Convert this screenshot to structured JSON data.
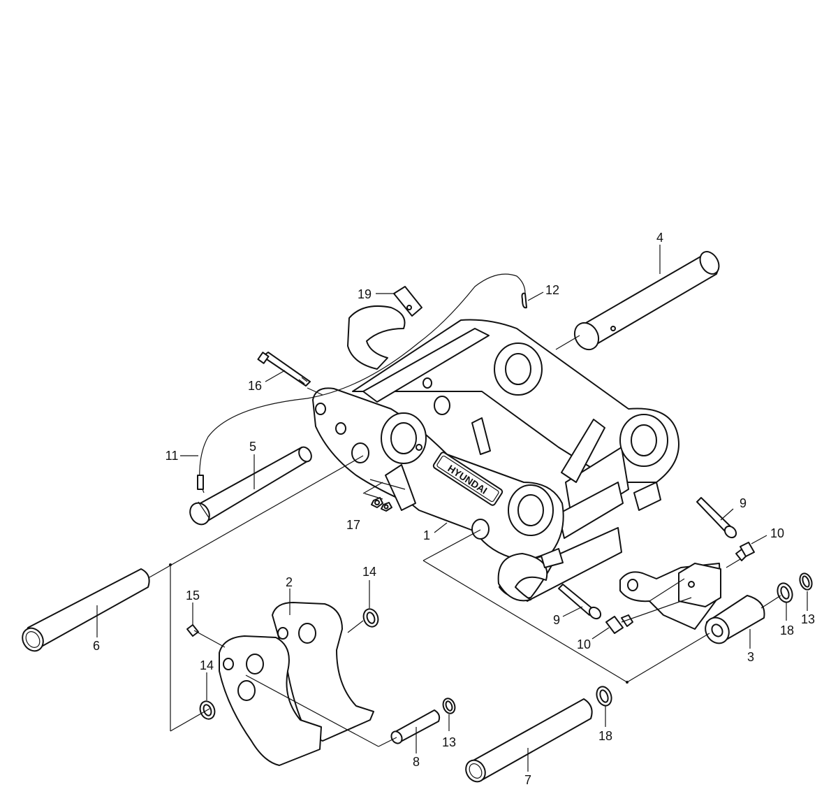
{
  "diagram": {
    "brand_text": "HYUNDAI",
    "callouts": [
      {
        "id": "c4",
        "label": "4"
      },
      {
        "id": "c19",
        "label": "19"
      },
      {
        "id": "c12",
        "label": "12"
      },
      {
        "id": "c16",
        "label": "16"
      },
      {
        "id": "c11",
        "label": "11"
      },
      {
        "id": "c5",
        "label": "5"
      },
      {
        "id": "c17",
        "label": "17"
      },
      {
        "id": "c1",
        "label": "1"
      },
      {
        "id": "c9a",
        "label": "9"
      },
      {
        "id": "c10a",
        "label": "10"
      },
      {
        "id": "c9b",
        "label": "9"
      },
      {
        "id": "c10b",
        "label": "10"
      },
      {
        "id": "c14a",
        "label": "14"
      },
      {
        "id": "c2",
        "label": "2"
      },
      {
        "id": "c15",
        "label": "15"
      },
      {
        "id": "c14b",
        "label": "14"
      },
      {
        "id": "c6",
        "label": "6"
      },
      {
        "id": "c18a",
        "label": "18"
      },
      {
        "id": "c13a",
        "label": "13"
      },
      {
        "id": "c3",
        "label": "3"
      },
      {
        "id": "c8",
        "label": "8"
      },
      {
        "id": "c13b",
        "label": "13"
      },
      {
        "id": "c18b",
        "label": "18"
      },
      {
        "id": "c7",
        "label": "7"
      }
    ]
  }
}
